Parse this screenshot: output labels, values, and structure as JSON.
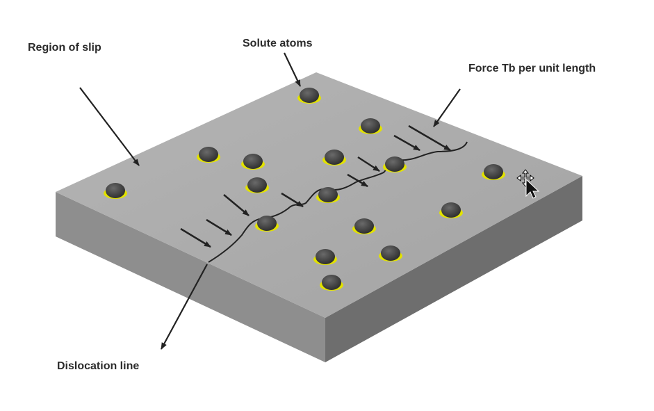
{
  "labels": {
    "region_of_slip": "Region of slip",
    "solute_atoms": "Solute atoms",
    "force_per_length": "Force Tb per unit length",
    "dislocation_line": "Dislocation line"
  },
  "colors": {
    "top_face": "#a9a9a9",
    "left_face": "#909090",
    "right_face": "#6f6f6f",
    "atom": "#3a3a3a",
    "atom_ring": "#e2e200",
    "line": "#222222"
  },
  "icons": {
    "cursor": "move-cursor-icon"
  }
}
